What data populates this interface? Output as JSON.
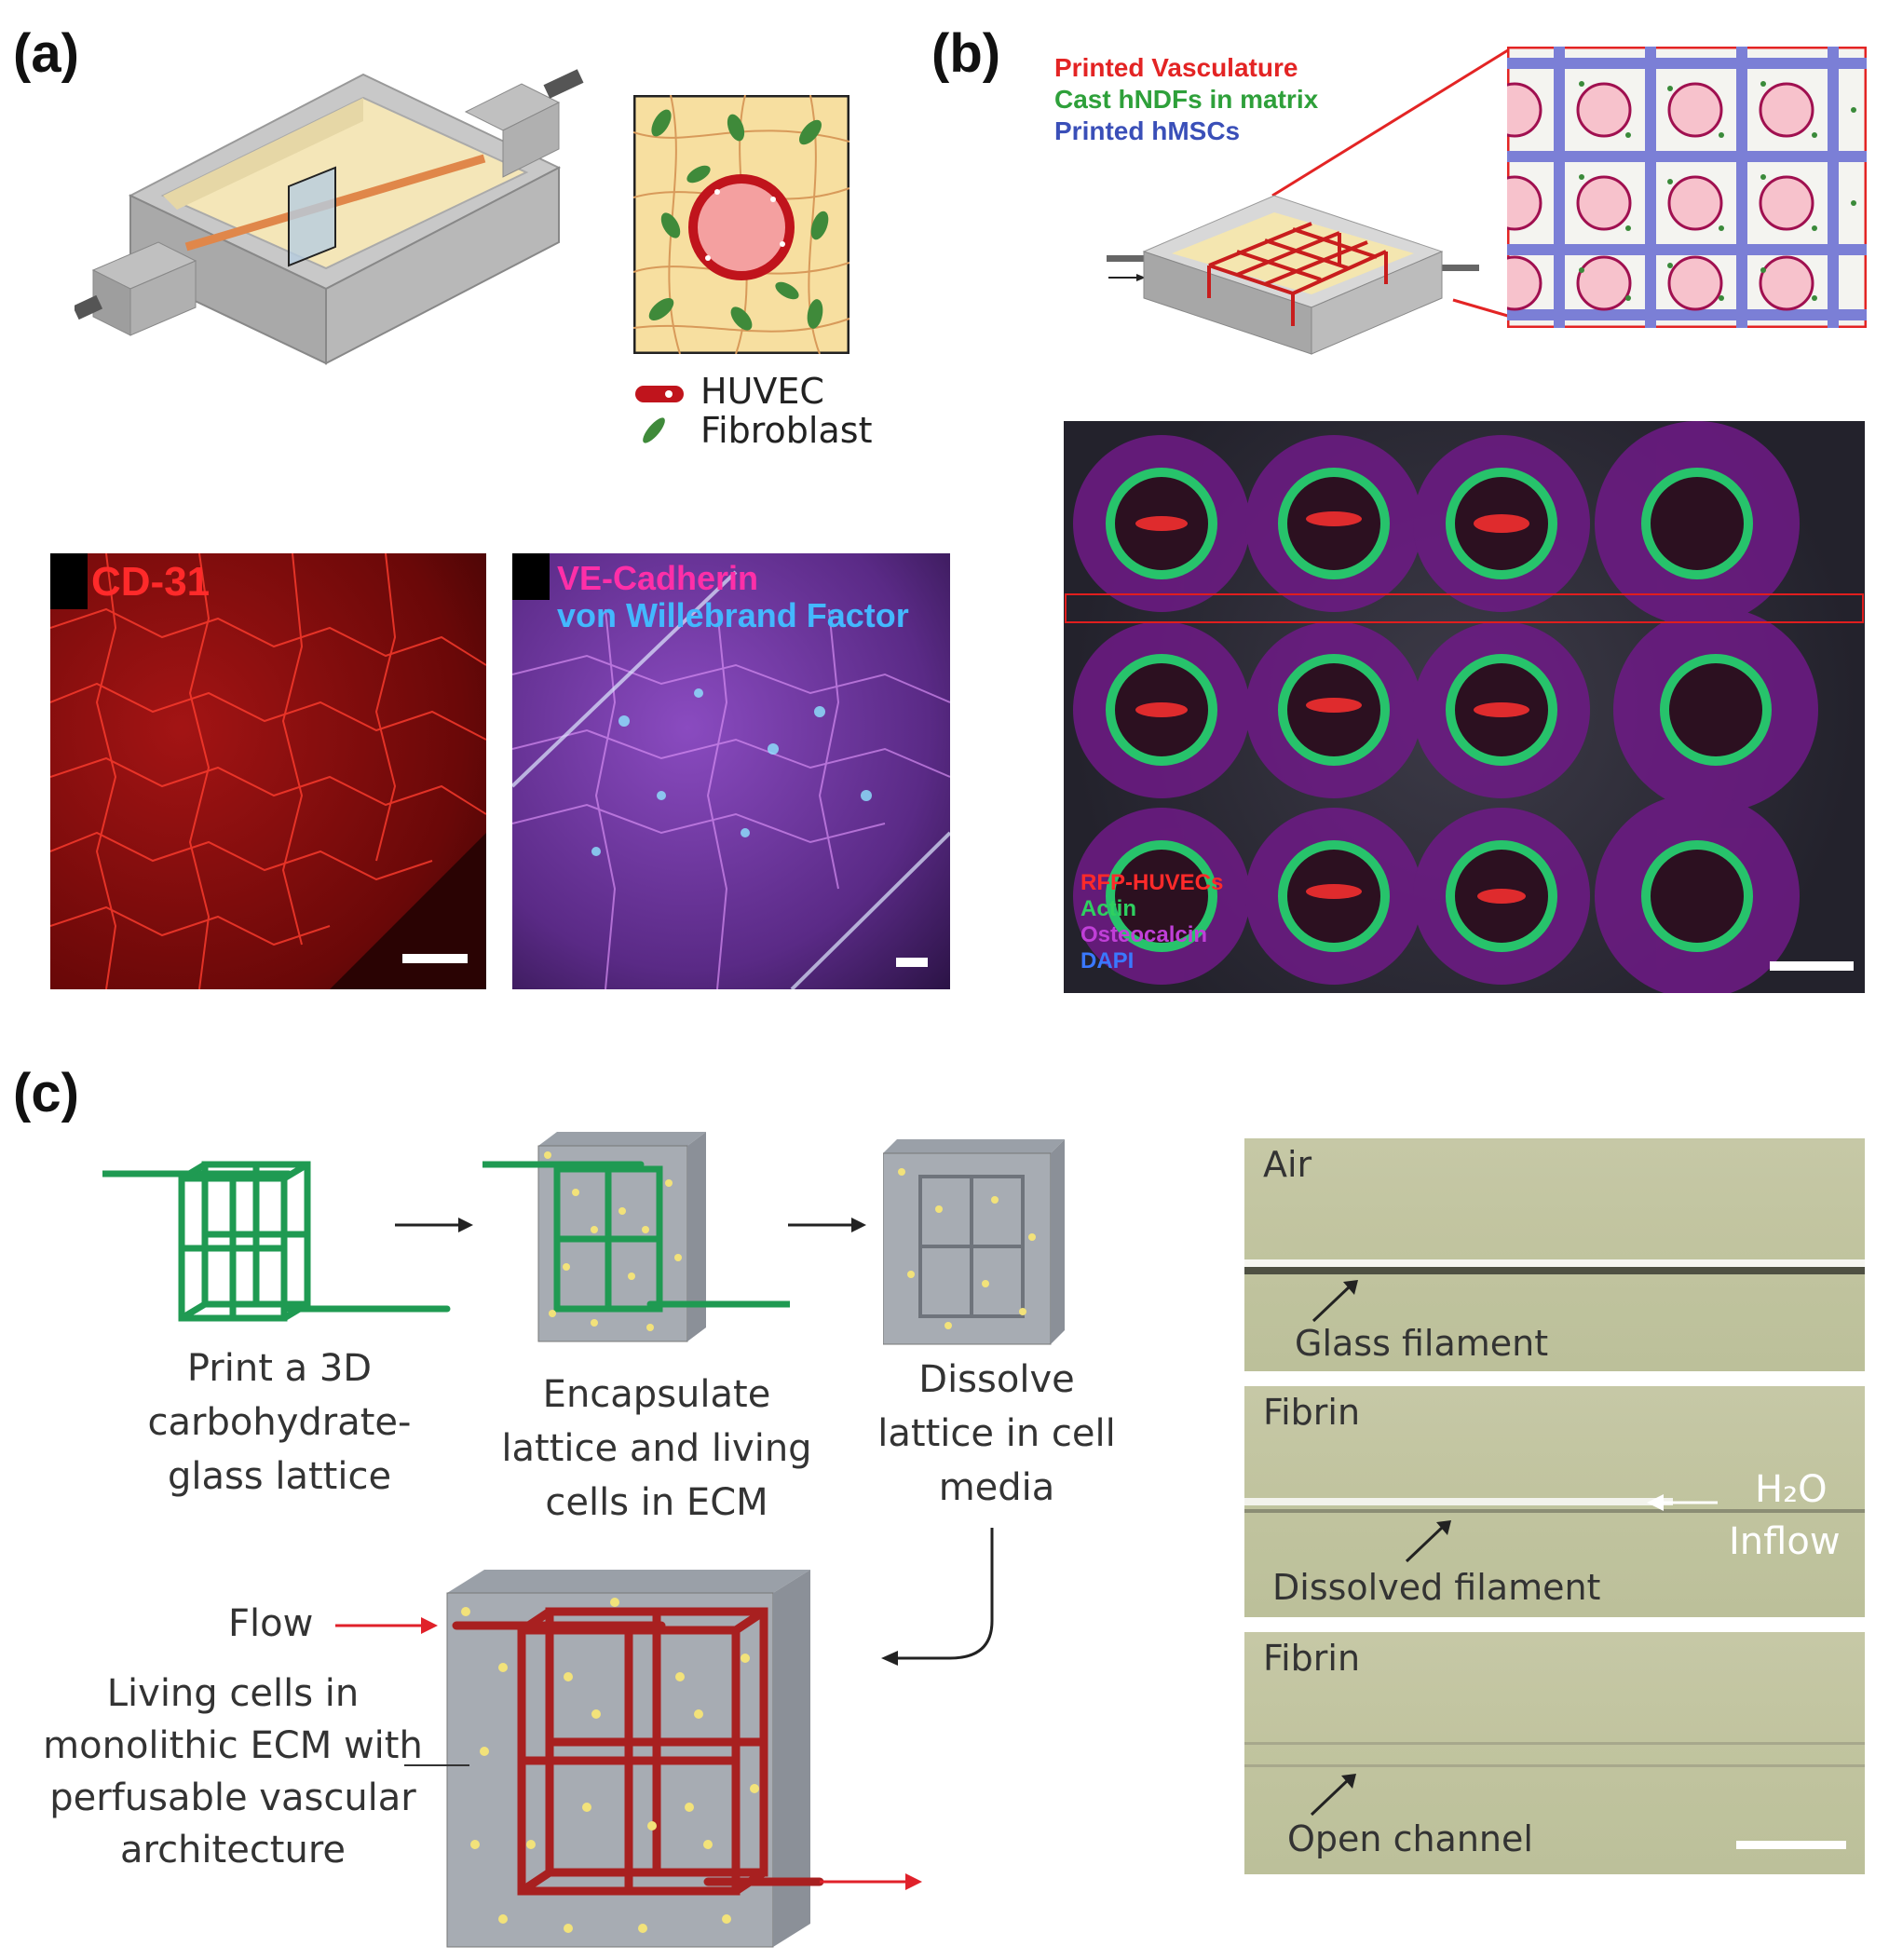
{
  "panels": {
    "a": {
      "label": "(a)"
    },
    "b": {
      "label": "(b)"
    },
    "c": {
      "label": "(c)"
    }
  },
  "panel_a": {
    "legend": {
      "huvec": "HUVEC",
      "fibroblast": "Fibroblast"
    },
    "micrograph_left": {
      "stain": "CD-31"
    },
    "micrograph_right": {
      "stain1": "VE-Cadherin",
      "stain2": "von Willebrand Factor"
    }
  },
  "panel_b": {
    "legend": {
      "printed_vasculature": "Printed Vasculature",
      "cast_hndfs": "Cast hNDFs in matrix",
      "printed_hmscs": "Printed hMSCs"
    },
    "micrograph_legend": {
      "rfp_huvecs": "RFP-HUVECs",
      "actin": "Actin",
      "osteocalcin": "Osteocalcin",
      "dapi": "DAPI"
    },
    "colors": {
      "vasculature": "#e32424",
      "hndfs": "#2ea03a",
      "hmscs": "#3a4fb8"
    }
  },
  "panel_c": {
    "step1": "Print a 3D carbohydrate-glass lattice",
    "step2": "Encapsulate lattice and living cells in ECM",
    "step3": "Dissolve lattice in cell media",
    "flow": "Flow",
    "final": "Living cells in monolithic ECM with perfusable vascular architecture",
    "strips": [
      {
        "medium": "Air",
        "caption": "Glass filament"
      },
      {
        "medium": "Fibrin",
        "caption": "Dissolved filament",
        "h2o": "H₂O",
        "inflow": "Inflow"
      },
      {
        "medium": "Fibrin",
        "caption": "Open channel"
      }
    ]
  }
}
